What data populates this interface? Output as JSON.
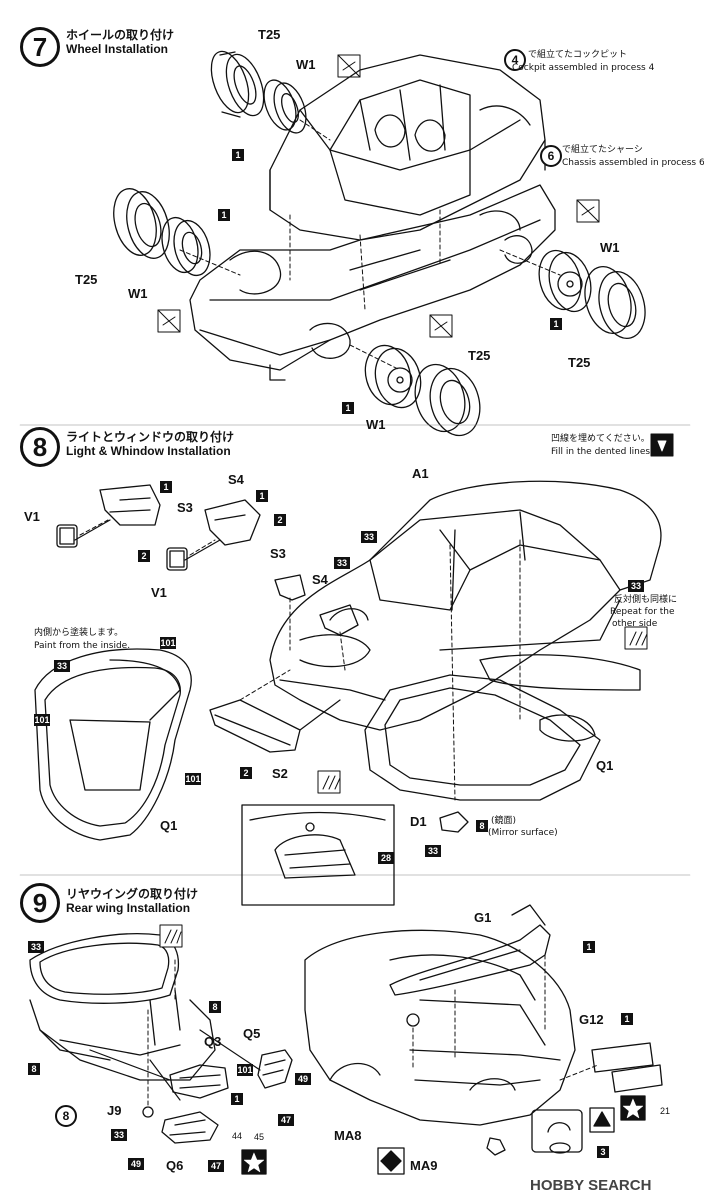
{
  "steps": [
    {
      "number": "7",
      "title_jp": "ホイールの取り付け",
      "title_en": "Wheel Installation"
    },
    {
      "number": "8",
      "title_jp": "ライトとウィンドウの取り付け",
      "title_en": "Light & Whindow Installation"
    },
    {
      "number": "9",
      "title_jp": "リヤウイングの取り付け",
      "title_en": "Rear wing Installation"
    }
  ],
  "step7": {
    "notes": {
      "cockpit_num": "4",
      "cockpit_jp": "で組立てたコックピット",
      "cockpit_en": "Cockpit assembled in process 4",
      "chassis_num": "6",
      "chassis_jp": "で組立てたシャーシ",
      "chassis_en": "Chassis assembled in process 6"
    },
    "labels": {
      "t25_a": "T25",
      "w1_a": "W1",
      "one_a": "1",
      "one_b": "1",
      "t25_b": "T25",
      "w1_b": "W1",
      "w1_c": "W1",
      "one_c": "1",
      "t25_c": "T25",
      "t25_d": "T25",
      "one_d": "1",
      "w1_d": "W1"
    }
  },
  "step8": {
    "notes": {
      "dent_jp": "凹線を埋めてください。",
      "dent_en": "Fill in the dented lines.",
      "repeat_jp": "反対側も同様に",
      "repeat_en1": "Repeat for the",
      "repeat_en2": "other side",
      "inside_jp": "内側から塗装します。",
      "inside_en": "Paint from the inside.",
      "mirror_jp": "(鏡面)",
      "mirror_en": "(Mirror surface)"
    },
    "labels": {
      "v1_a": "V1",
      "one_a": "1",
      "s3_a": "S3",
      "two_a": "2",
      "v1_b": "V1",
      "s4_a": "S4",
      "one_b": "1",
      "two_b": "2",
      "a1": "A1",
      "s3_b": "S3",
      "s4_b": "S4",
      "c33_a": "33",
      "c33_b": "33",
      "c33_c": "33",
      "c101_a": "101",
      "c33_d": "33",
      "c101_b": "101",
      "c101_c": "101",
      "q1_a": "Q1",
      "two_c": "2",
      "s2": "S2",
      "q1_b": "Q1",
      "d1": "D1",
      "eight_a": "8",
      "c33_e": "33",
      "c28": "28"
    }
  },
  "step9": {
    "labels": {
      "c33_a": "33",
      "eight_a": "8",
      "eight_b": "8",
      "eight_circle": "8",
      "q5": "Q5",
      "q3": "Q3",
      "c101": "101",
      "one_a": "1",
      "c49_a": "49",
      "c47_a": "47",
      "j9": "J9",
      "c33_b": "33",
      "c44": "44",
      "c45": "45",
      "c49_b": "49",
      "q6": "Q6",
      "c47_b": "47",
      "g1": "G1",
      "one_b": "1",
      "g12": "G12",
      "one_c": "1",
      "c21": "21",
      "ma8": "MA8",
      "ma9": "MA9",
      "three": "3"
    }
  },
  "watermark": "HOBBY SEARCH"
}
